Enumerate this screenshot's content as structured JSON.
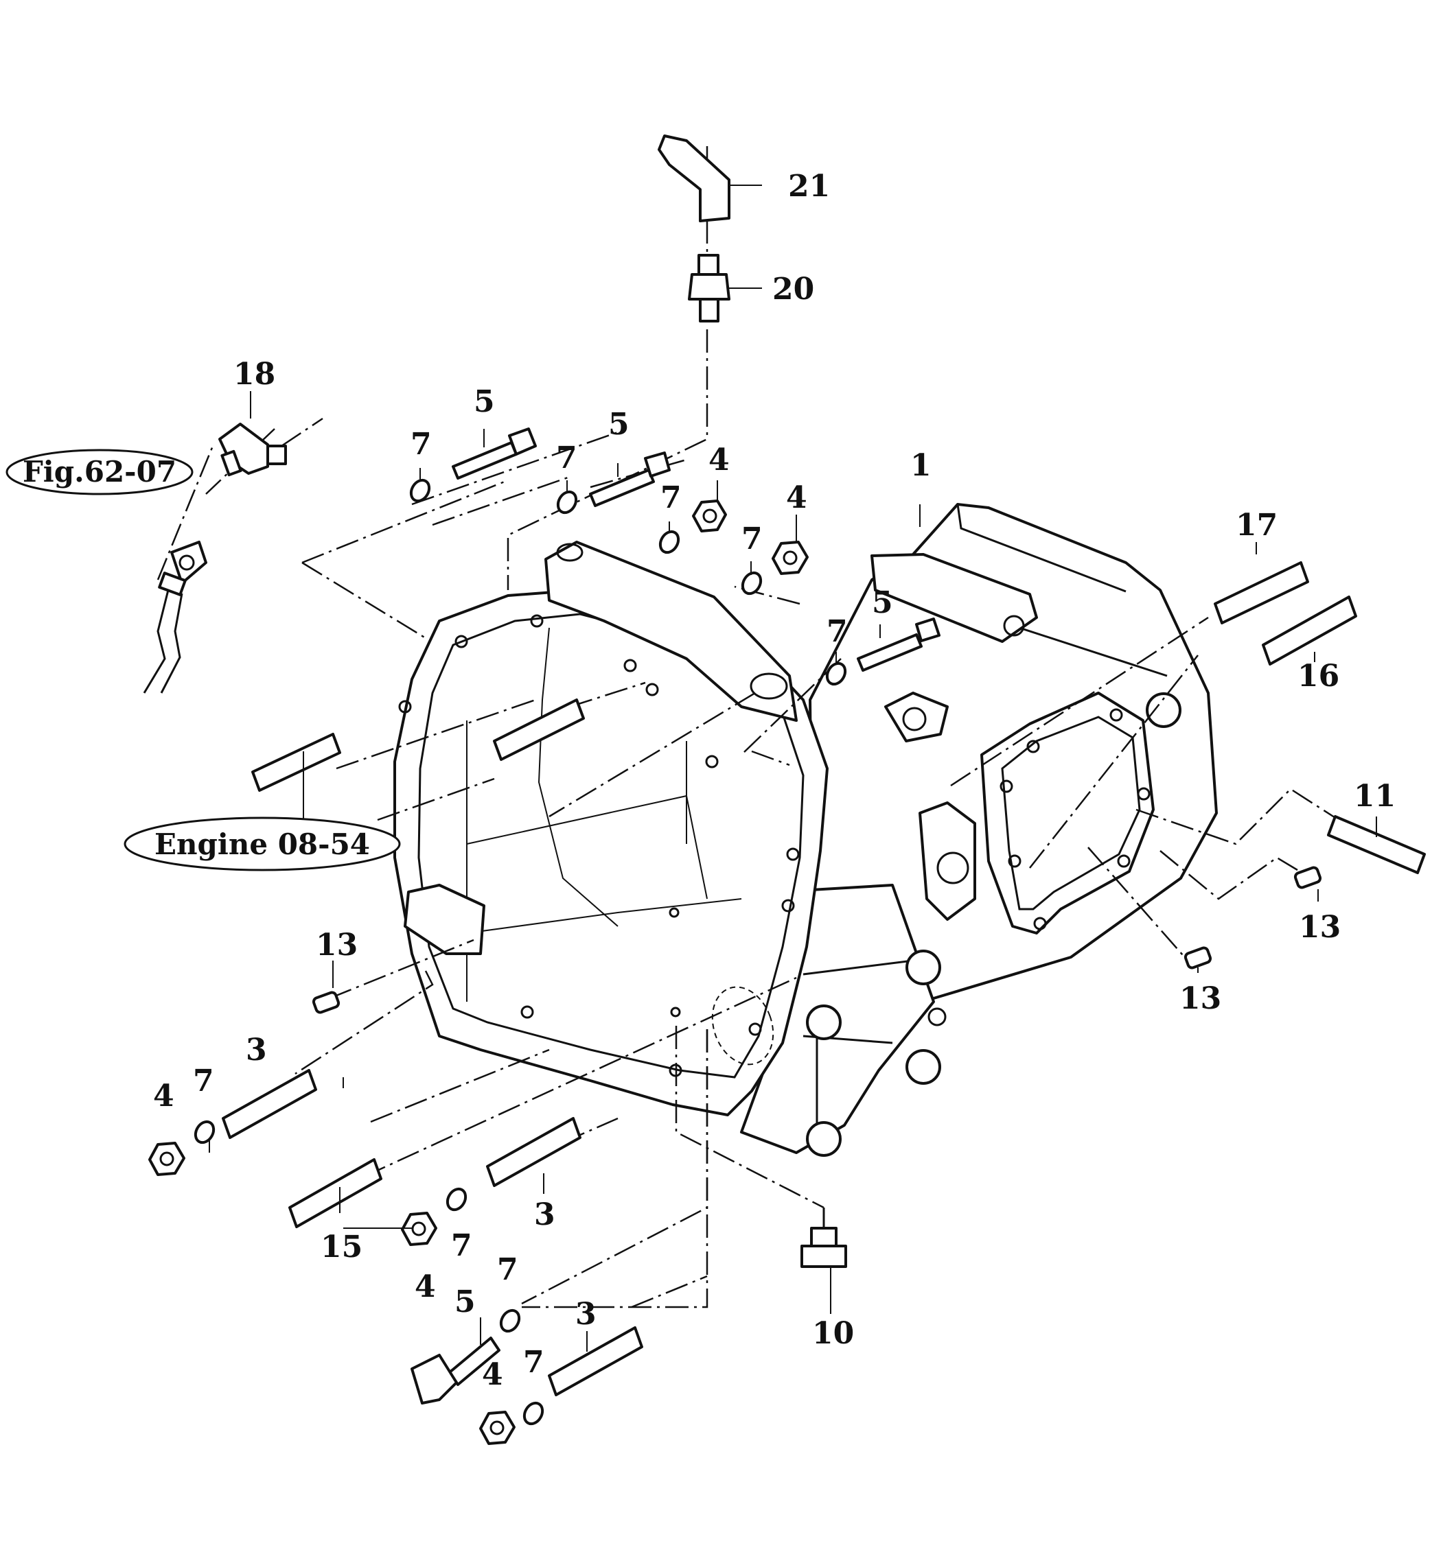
{
  "references": {
    "fig": "Fig.62-07",
    "engine": "Engine 08-54"
  },
  "callouts": {
    "p1": "1",
    "p3a": "3",
    "p3b": "3",
    "p3c": "3",
    "p4a": "4",
    "p4b": "4",
    "p4c": "4",
    "p4d": "4",
    "p4e": "4",
    "p5a": "5",
    "p5b": "5",
    "p5c": "5",
    "p5d": "5",
    "p7a": "7",
    "p7b": "7",
    "p7c": "7",
    "p7d": "7",
    "p7e": "7",
    "p7f": "7",
    "p7g": "7",
    "p7h": "7",
    "p7i": "7",
    "p10": "10",
    "p11": "11",
    "p13a": "13",
    "p13b": "13",
    "p13c": "13",
    "p15": "15",
    "p16": "16",
    "p17": "17",
    "p18": "18",
    "p20": "20",
    "p21": "21"
  }
}
